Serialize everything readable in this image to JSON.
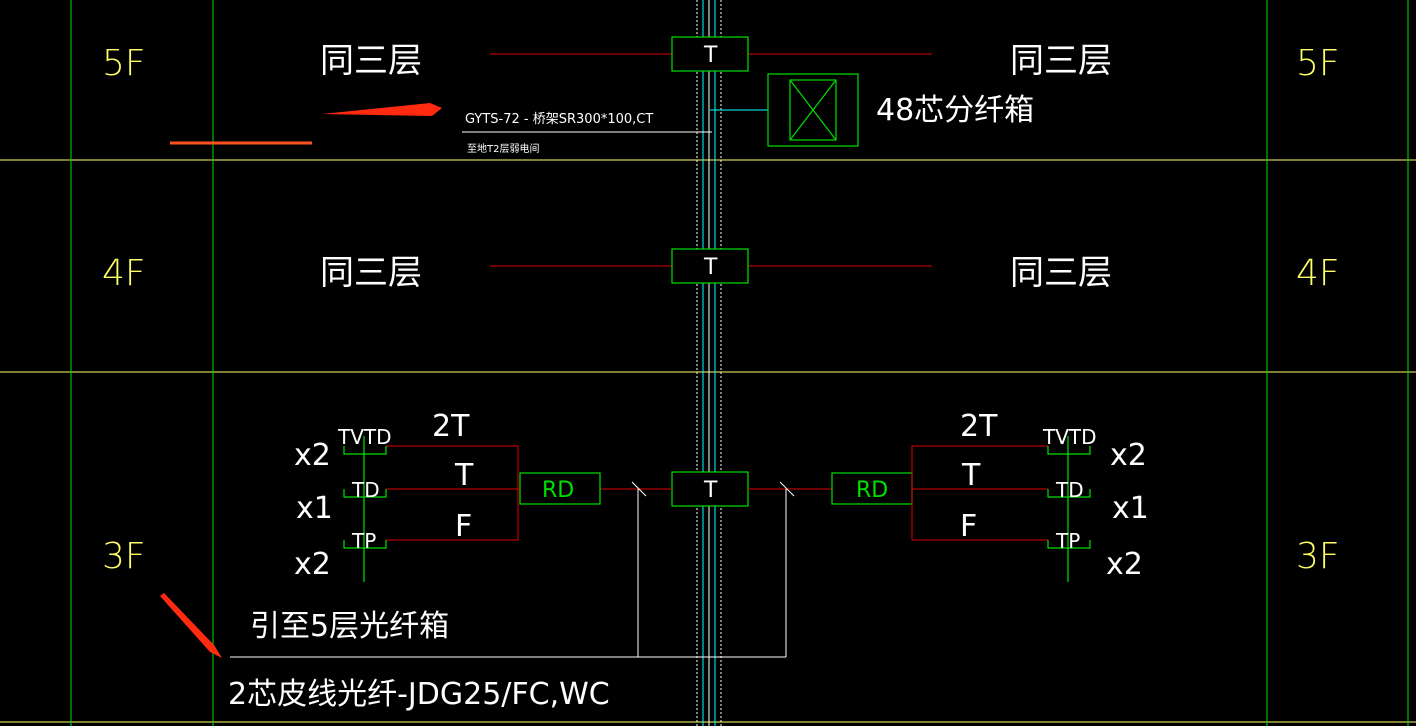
{
  "floors": {
    "f5": "5F",
    "f4": "4F",
    "f3": "3F"
  },
  "labels": {
    "same_as_3_left_5f": "同三层",
    "same_as_3_right_5f": "同三层",
    "same_as_3_left_4f": "同三层",
    "same_as_3_right_4f": "同三层",
    "fiber_box": "48芯分纤箱",
    "cable_spec": "GYTS-72 - 桥架SR300*100,CT",
    "cable_dest": "至地T2层弱电间",
    "to_5f_box": "引至5层光纤箱",
    "drop_fiber": "2芯皮线光纤-JDG25/FC,WC"
  },
  "symbols": {
    "T": "T",
    "RD": "RD",
    "TVTD": "TVTD",
    "TD": "TD",
    "TP": "TP",
    "two_T": "2T",
    "F": "F",
    "x2": "x2",
    "x1": "x1"
  },
  "colors": {
    "background": "#000000",
    "grid": "#ffff66",
    "equipment": "#00e000",
    "wire": "#e00000",
    "riser": "#00ffff",
    "annotation": "#ffffff",
    "arrow": "#ff2a10"
  }
}
